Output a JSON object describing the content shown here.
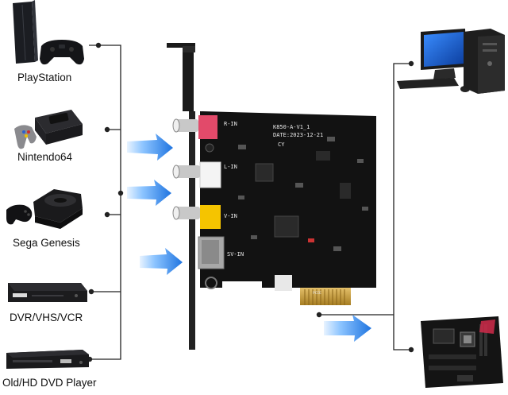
{
  "devices": [
    {
      "label": "PlayStation",
      "icon": "playstation-console-icon"
    },
    {
      "label": "Nintendo64",
      "icon": "nintendo64-console-icon"
    },
    {
      "label": "Sega Genesis",
      "icon": "sega-genesis-console-icon"
    },
    {
      "label": "DVR/VHS/VCR",
      "icon": "dvr-player-icon"
    },
    {
      "label": "Old/HD DVD Player",
      "icon": "dvd-player-icon"
    }
  ],
  "card": {
    "model": "K850-A-V1_1",
    "date": "DATE:2023-12-21",
    "maker": "CY",
    "ports": [
      "R-IN",
      "L-IN",
      "V-IN",
      "SV-IN"
    ],
    "slot_label": "PCIE"
  },
  "targets": [
    {
      "icon": "desktop-computer-icon"
    },
    {
      "icon": "motherboard-icon"
    }
  ],
  "colors": {
    "arrow": "#2f86e8",
    "pcb": "#121212",
    "bracket": "#1a1a1a",
    "rca_red": "#e24a6a",
    "rca_white": "#f4f4f4",
    "rca_yellow": "#f5c400",
    "gold": "#c8a040"
  }
}
